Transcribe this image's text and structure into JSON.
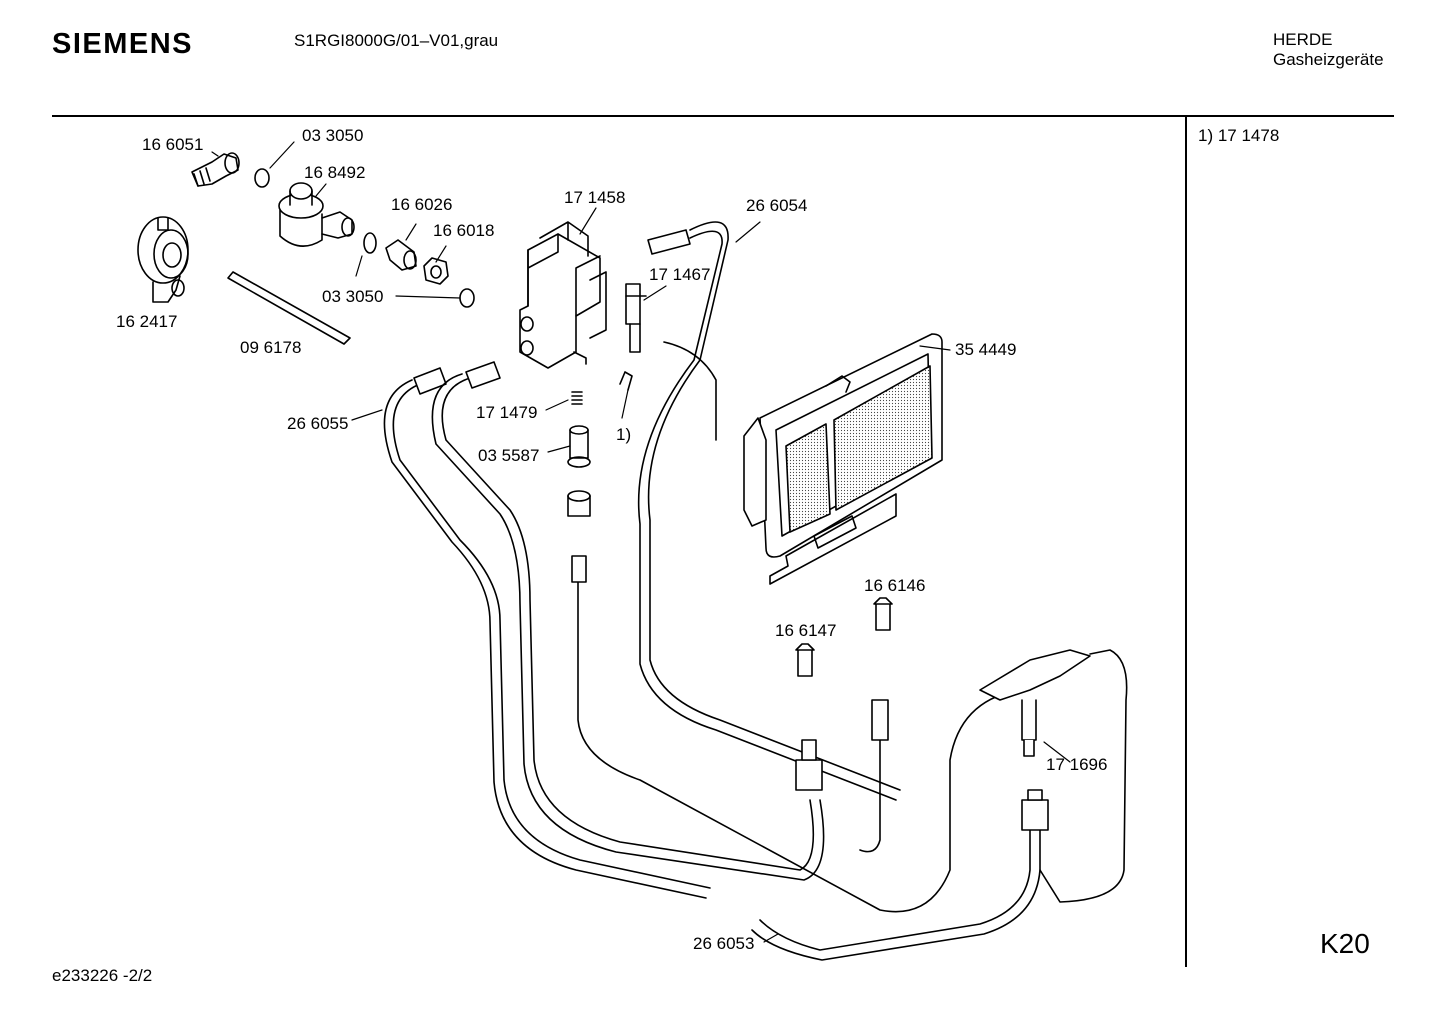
{
  "header": {
    "brand": "SIEMENS",
    "model": "S1RGI8000G/01–V01,grau",
    "category_line1": "HERDE",
    "category_line2": "Gasheizgeräte"
  },
  "sidebar": {
    "footnote": "1) 17 1478"
  },
  "footer": {
    "doc_id": "e233226 -2/2",
    "page_code": "K20"
  },
  "parts": [
    {
      "key": "p166051",
      "label": "16 6051"
    },
    {
      "key": "p033050a",
      "label": "03 3050"
    },
    {
      "key": "p168492",
      "label": "16 8492"
    },
    {
      "key": "p166026",
      "label": "16 6026"
    },
    {
      "key": "p166018",
      "label": "16 6018"
    },
    {
      "key": "p033050b",
      "label": "03 3050"
    },
    {
      "key": "p162417",
      "label": "16 2417"
    },
    {
      "key": "p096178",
      "label": "09 6178"
    },
    {
      "key": "p171458",
      "label": "17 1458"
    },
    {
      "key": "p266054",
      "label": "26 6054"
    },
    {
      "key": "p171467",
      "label": "17 1467"
    },
    {
      "key": "p354449",
      "label": "35 4449"
    },
    {
      "key": "p266055",
      "label": "26 6055"
    },
    {
      "key": "p171479",
      "label": "17 1479"
    },
    {
      "key": "pfoot1",
      "label": "1)"
    },
    {
      "key": "p035587",
      "label": "03 5587"
    },
    {
      "key": "p166146",
      "label": "16 6146"
    },
    {
      "key": "p166147",
      "label": "16 6147"
    },
    {
      "key": "p171696",
      "label": "17 1696"
    },
    {
      "key": "p266053",
      "label": "26 6053"
    }
  ]
}
